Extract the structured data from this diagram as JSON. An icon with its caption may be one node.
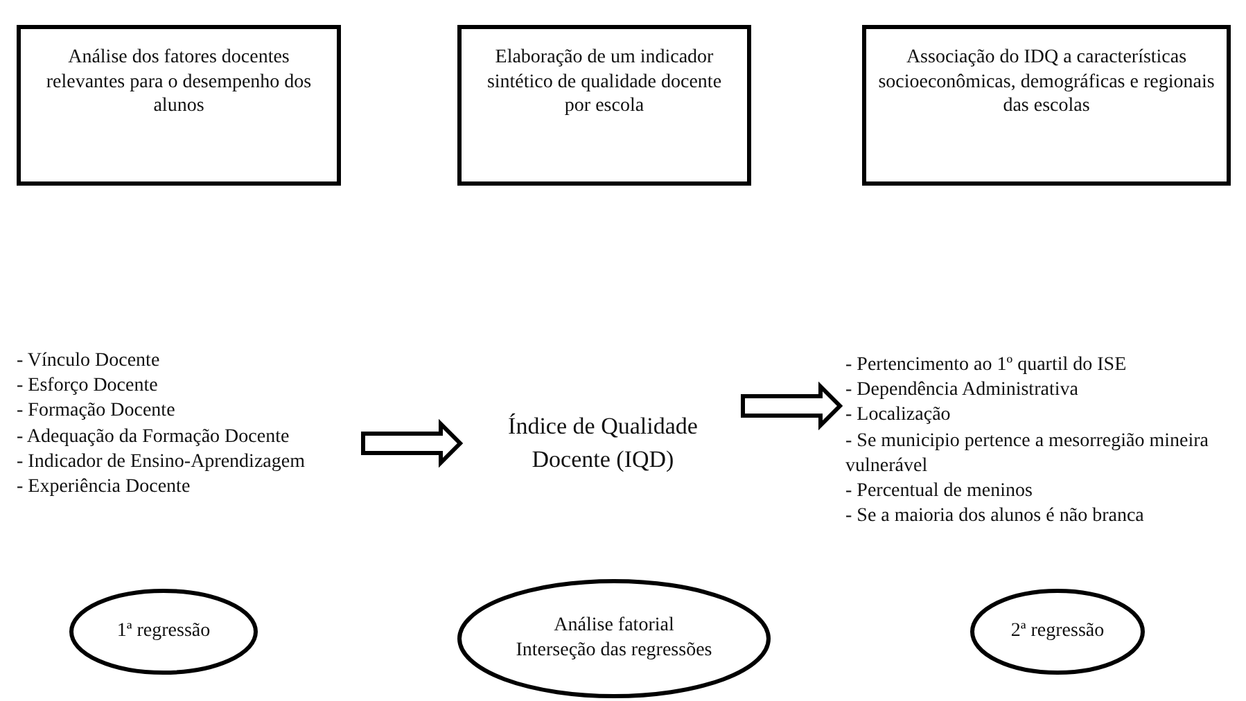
{
  "diagram": {
    "nodes": [
      {
        "text": [
          "Análise dos fatores docentes relevantes para o desempenho dos alunos"
        ]
      },
      {
        "text": [
          "Elaboração de um indicador sintético de qualidade docente por escola"
        ]
      },
      {
        "text": [
          "Associação do IDQ a características socioeconômicas, demográficas e regionais das escolas"
        ]
      },
      {
        "text": [
          "- Vínculo Docente",
          "- Esforço Docente",
          "- Formação Docente",
          "- Adequação da Formação Docente",
          "- Indicador de Ensino-Aprendizagem",
          "- Experiência Docente"
        ]
      },
      {
        "text": [
          "Índice de Qualidade Docente (IQD)"
        ]
      },
      {
        "text": [
          "- Pertencimento ao 1º quartil do ISE",
          "- Dependência Administrativa",
          "- Localização",
          "- Se municipio pertence a mesorregião mineira vulnerável",
          "- Percentual de meninos",
          "- Se a maioria dos alunos é não branca"
        ]
      },
      {
        "text": [
          "1ª regressão"
        ]
      },
      {
        "text": [
          "Análise fatorial",
          "Interseção das regressões"
        ]
      },
      {
        "text": [
          "2ª regressão"
        ]
      }
    ],
    "edges": [
      {
        "from": 3,
        "to": 4,
        "arrow": "to"
      },
      {
        "from": 4,
        "to": 5,
        "arrow": "to"
      }
    ]
  }
}
